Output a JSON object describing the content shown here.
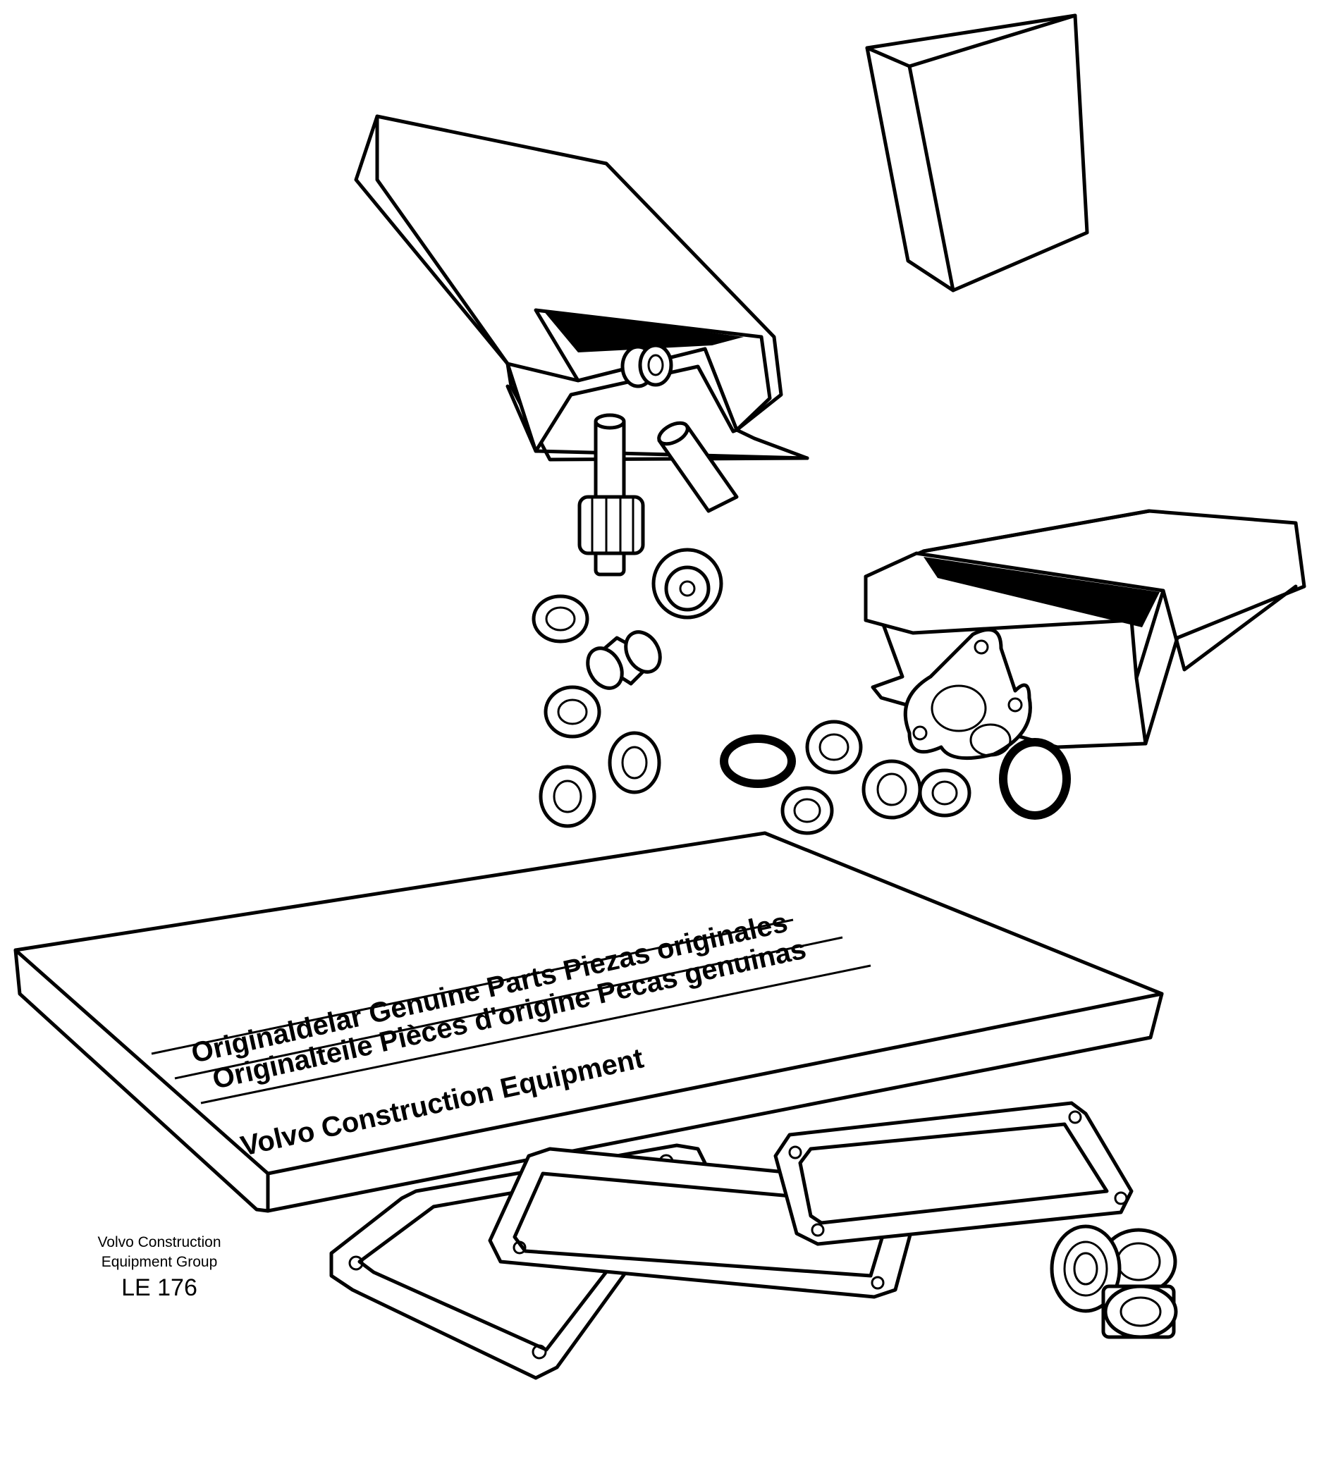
{
  "box_text": {
    "line1": "Originaldelar Genuine Parts Piezas originales",
    "line2": "Originalteile Pièces d'origine Pecas genuinas",
    "line3": "Volvo Construction Equipment"
  },
  "caption": {
    "company_line1": "Volvo Construction",
    "company_line2": "Equipment Group",
    "figure_code": "LE 176"
  }
}
